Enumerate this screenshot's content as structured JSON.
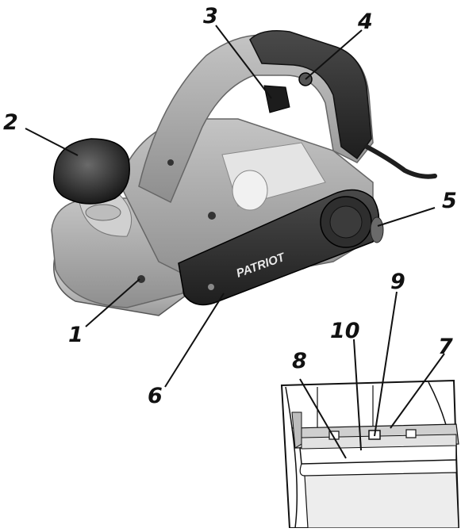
{
  "brand_label": "PATRIOT",
  "callouts": [
    {
      "id": "1",
      "text": "1"
    },
    {
      "id": "2",
      "text": "2"
    },
    {
      "id": "3",
      "text": "3"
    },
    {
      "id": "4",
      "text": "4"
    },
    {
      "id": "5",
      "text": "5"
    },
    {
      "id": "6",
      "text": "6"
    },
    {
      "id": "7",
      "text": "7"
    },
    {
      "id": "8",
      "text": "8"
    },
    {
      "id": "9",
      "text": "9"
    },
    {
      "id": "10",
      "text": "10"
    }
  ],
  "colors": {
    "body_grey": "#a8a8a8",
    "dark_grey": "#2b2b2b",
    "light_grey": "#d7d7d7",
    "outline": "#111111"
  }
}
